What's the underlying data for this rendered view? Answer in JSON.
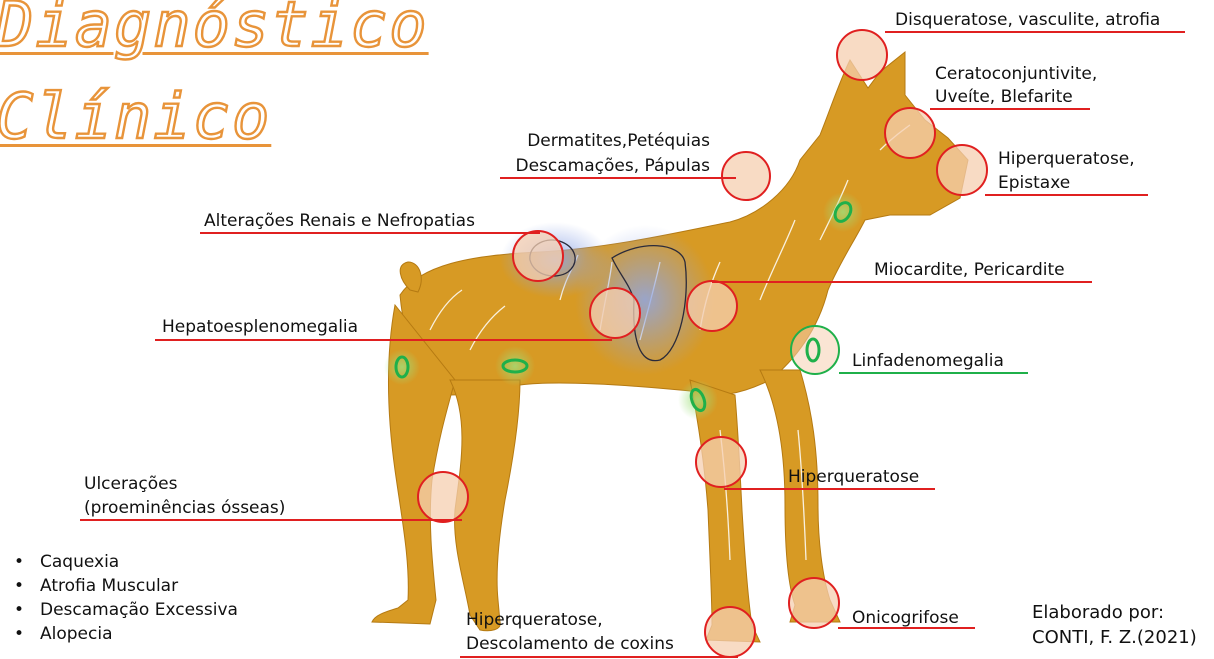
{
  "title": {
    "line1": "Diagnóstico",
    "line2": "Clínico"
  },
  "labels": {
    "disqueratose": "Disqueratose, vasculite, atrofia",
    "ceratoconjuntivite_1": "Ceratoconjuntivite,",
    "ceratoconjuntivite_2": "Uveíte, Blefarite",
    "hiperqueratose_focinho_1": "Hiperqueratose,",
    "hiperqueratose_focinho_2": "Epistaxe",
    "dermatites_1": "Dermatites,Petéquias",
    "dermatites_2": "Descamações, Pápulas",
    "renais": "Alterações Renais e Nefropatias",
    "miocardite": "Miocardite, Pericardite",
    "hepato": "Hepatoesplenomegalia",
    "linfadenomegalia": "Linfadenomegalia",
    "hiperqueratose_perna": "Hiperqueratose",
    "ulceracoes_1": "Ulcerações",
    "ulceracoes_2": "(proeminências ósseas)",
    "coxins_1": "Hiperqueratose,",
    "coxins_2": "Descolamento de coxins",
    "onicogrifose": "Onicogrifose"
  },
  "bullets": [
    "Caquexia",
    "Atrofia Muscular",
    "Descamação Excessiva",
    "Alopecia"
  ],
  "credit": {
    "line1": "Elaborado por:",
    "line2": "CONTI, F. Z.(2021)"
  },
  "colors": {
    "dog": "#d79a24",
    "marker_red": "#e02020",
    "marker_fill": "#f6cfb0",
    "lymph_green": "#1fb04a",
    "organ_blue": "#8fa6e6",
    "title_outline": "#e8943a"
  },
  "icons": [
    "boxer-dog-silhouette",
    "kidney-outline",
    "liver-outline",
    "lesion-circle-marker",
    "lymph-node-marker"
  ]
}
